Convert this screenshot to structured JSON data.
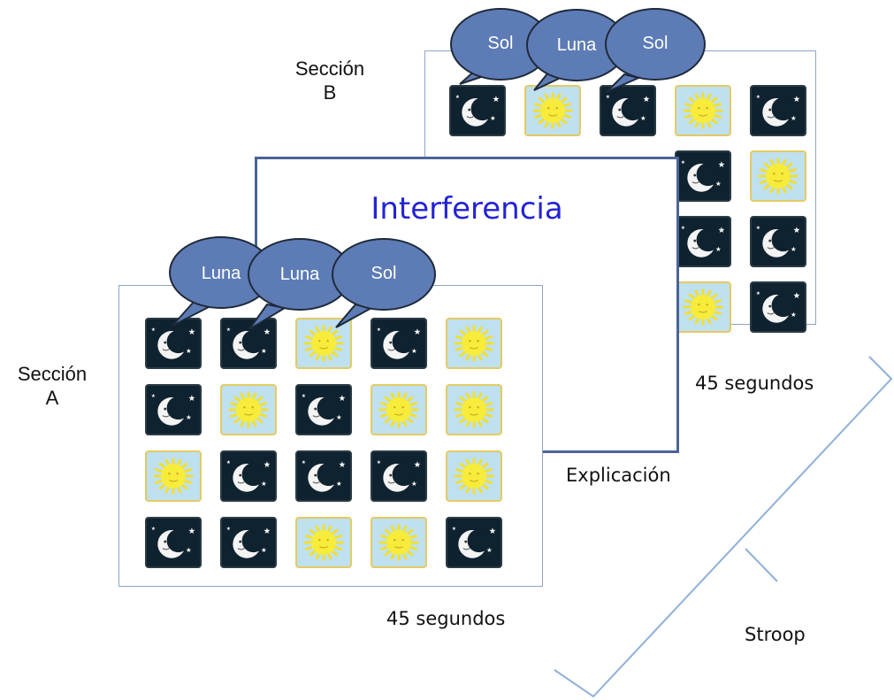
{
  "section_b": {
    "label_line1": "Sección",
    "label_line2": "B",
    "duration": "45 segundos"
  },
  "section_a": {
    "label_line1": "Sección",
    "label_line2": "A",
    "duration": "45 segundos"
  },
  "middle": {
    "title": "Interferencia",
    "caption": "Explicación"
  },
  "bracket": {
    "label": "Stroop"
  },
  "bubbles_b": [
    "Sol",
    "Luna",
    "Sol"
  ],
  "bubbles_a": [
    "Luna",
    "Luna",
    "Sol"
  ],
  "grid_a": [
    [
      "luna",
      "luna",
      "sol",
      "luna",
      "sol"
    ],
    [
      "luna",
      "sol",
      "luna",
      "sol",
      "sol"
    ],
    [
      "sol",
      "luna",
      "luna",
      "luna",
      "sol"
    ],
    [
      "luna",
      "luna",
      "sol",
      "sol",
      "luna"
    ]
  ],
  "grid_b_row1": [
    "luna",
    "sol",
    "luna",
    "sol",
    "luna"
  ],
  "grid_b_visible_right": [
    [
      "luna",
      "sol"
    ],
    [
      "luna",
      "luna"
    ],
    [
      "sol",
      "luna"
    ]
  ],
  "colors": {
    "bubble_fill": "#5d7cb6",
    "bubble_stroke": "#1f2a3a",
    "card_border": "#8ea3c8",
    "middle_border": "#4a6496",
    "title": "#2323d4",
    "luna_bg": "#0f2230",
    "sol_bg": "#bfe0ee",
    "sol_border": "#e4cb62",
    "bracket": "#8fb0d8"
  }
}
